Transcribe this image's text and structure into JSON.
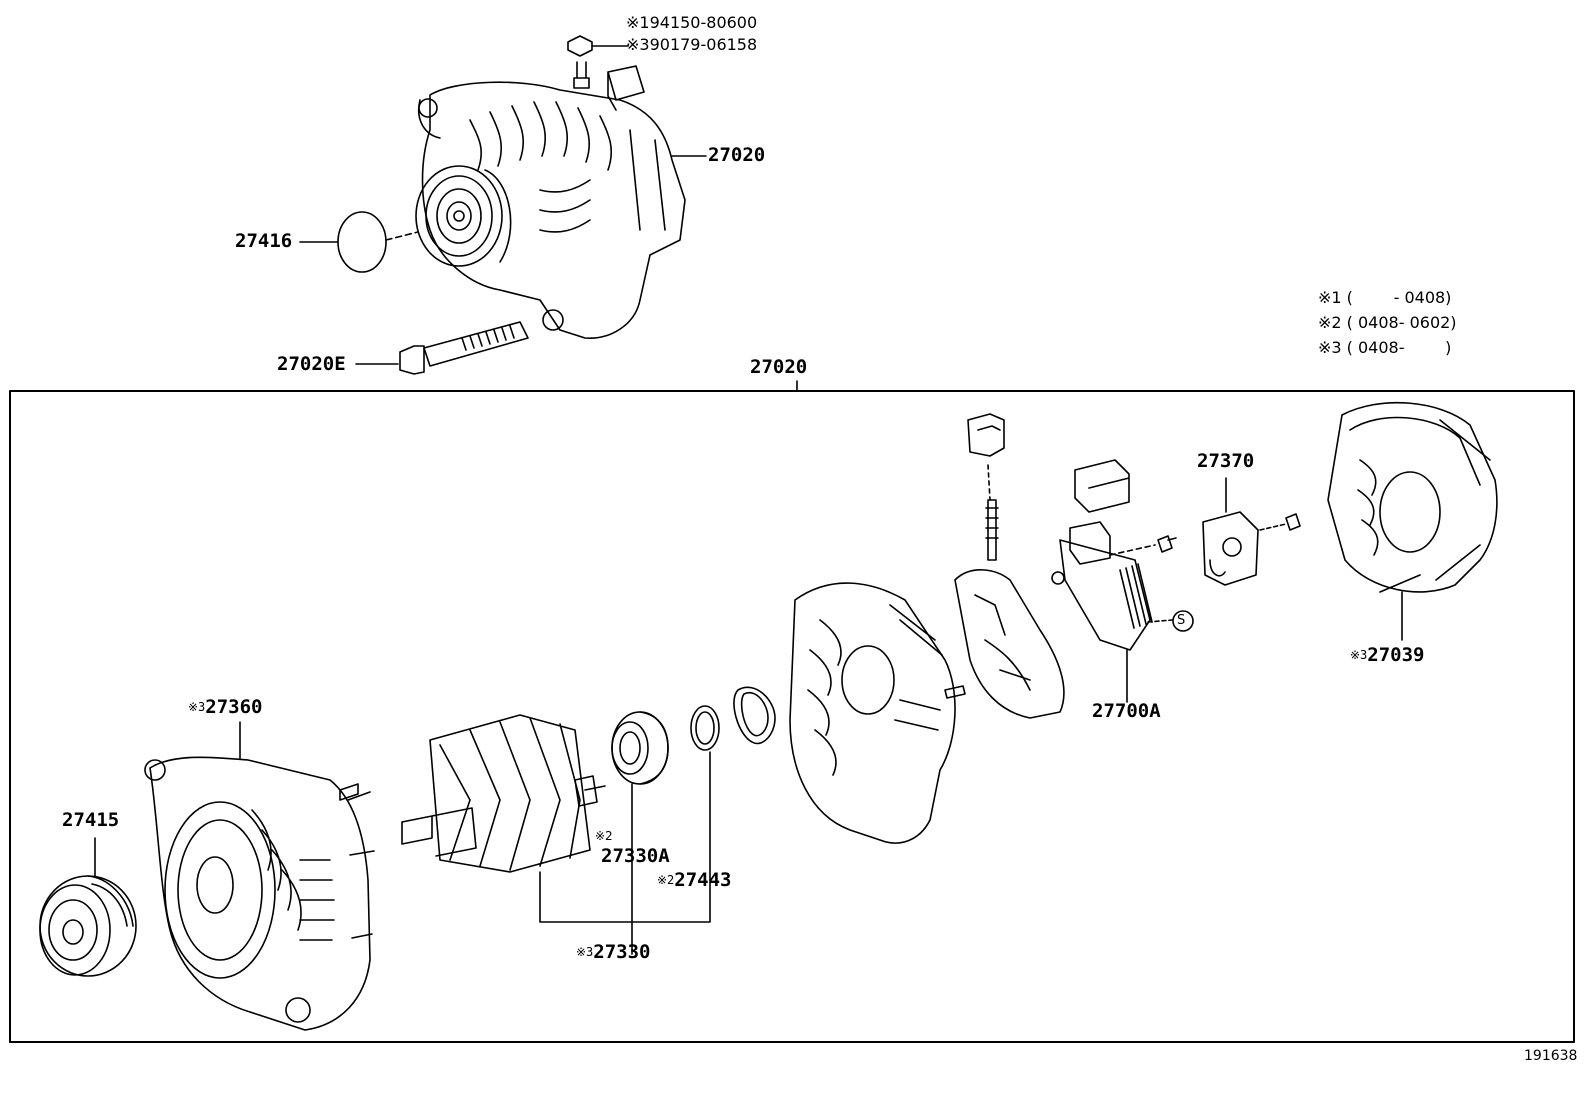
{
  "diagram": {
    "figure_number": "191638",
    "assembly_label": "27020",
    "top_labels": {
      "nut_line1": "※194150-80600",
      "nut_line2": "※390179-06158",
      "alternator": "27020",
      "cover": "27416",
      "bolt": "27020E"
    },
    "legend": {
      "line1": "※1 (        - 0408)",
      "line2": "※2 ( 0408- 0602)",
      "line3": "※3 ( 0408-        )"
    },
    "parts": {
      "p27370": "27370",
      "p27039_mark": "※3",
      "p27039": "27039",
      "p27700A": "27700A",
      "p27360_mark": "※3",
      "p27360": "27360",
      "p27415": "27415",
      "p27330A_mark": "※2",
      "p27330A": "27330A",
      "p27443_mark": "※2",
      "p27443": "27443",
      "p27330_mark": "※3",
      "p27330": "27330",
      "s_symbol": "S"
    }
  }
}
